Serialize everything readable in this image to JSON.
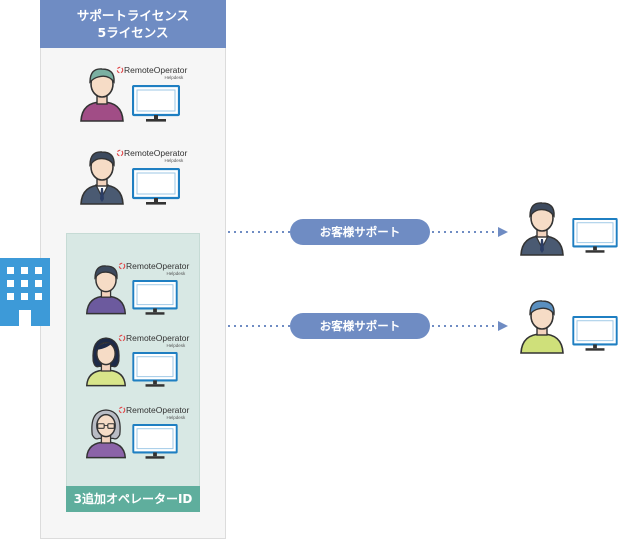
{
  "license_panel": {
    "title_line1": "サポートライセンス",
    "title_line2": "5ライセンス"
  },
  "operator_logo": {
    "text": "RemoteOperator",
    "sub": "Helpdesk"
  },
  "additional_operators": {
    "label": "3追加オペレーターID"
  },
  "support_flows": [
    {
      "label": "お客様サポート"
    },
    {
      "label": "お客様サポート"
    }
  ],
  "colors": {
    "header_blue": "#6f8cc3",
    "teal": "#5fae9d",
    "monitor_blue": "#2f8fcf"
  }
}
